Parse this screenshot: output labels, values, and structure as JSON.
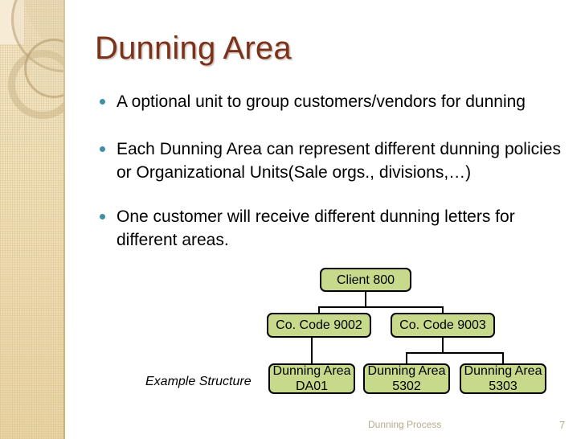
{
  "slide": {
    "title": "Dunning Area",
    "bullets": [
      "A optional unit to group customers/vendors for dunning",
      "Each Dunning Area can represent different dunning policies or Organizational Units(Sale orgs., divisions,…)",
      "One customer will receive different dunning letters for different areas."
    ],
    "example_label": "Example Structure",
    "footer": {
      "text": "Dunning Process",
      "page_number": "7"
    },
    "colors": {
      "title": "#7b3218",
      "bullet_dot": "#3f8fa5",
      "node_fill": "#c7da8c",
      "node_border": "#000000",
      "band_light": "#f3e6c8",
      "band_dark": "#e8d5a6",
      "footer_text": "#b9ab8e"
    }
  },
  "diagram": {
    "type": "org-tree",
    "nodes": [
      {
        "id": "client",
        "label": "Client  800",
        "line1": "Client  800",
        "line2": ""
      },
      {
        "id": "cc9002",
        "label": "Co. Code 9002",
        "line1": "Co. Code 9002",
        "line2": ""
      },
      {
        "id": "cc9003",
        "label": "Co. Code 9003",
        "line1": "Co. Code 9003",
        "line2": ""
      },
      {
        "id": "da01",
        "label": "Dunning Area DA01",
        "line1": "Dunning Area",
        "line2": "DA01"
      },
      {
        "id": "da5302",
        "label": "Dunning Area 5302",
        "line1": "Dunning Area",
        "line2": "5302"
      },
      {
        "id": "da5303",
        "label": "Dunning Area 5303",
        "line1": "Dunning Area",
        "line2": "5303"
      }
    ],
    "edges": [
      {
        "from": "client",
        "to": "cc9002"
      },
      {
        "from": "client",
        "to": "cc9003"
      },
      {
        "from": "cc9002",
        "to": "da01"
      },
      {
        "from": "cc9003",
        "to": "da5302"
      },
      {
        "from": "cc9003",
        "to": "da5303"
      }
    ]
  }
}
